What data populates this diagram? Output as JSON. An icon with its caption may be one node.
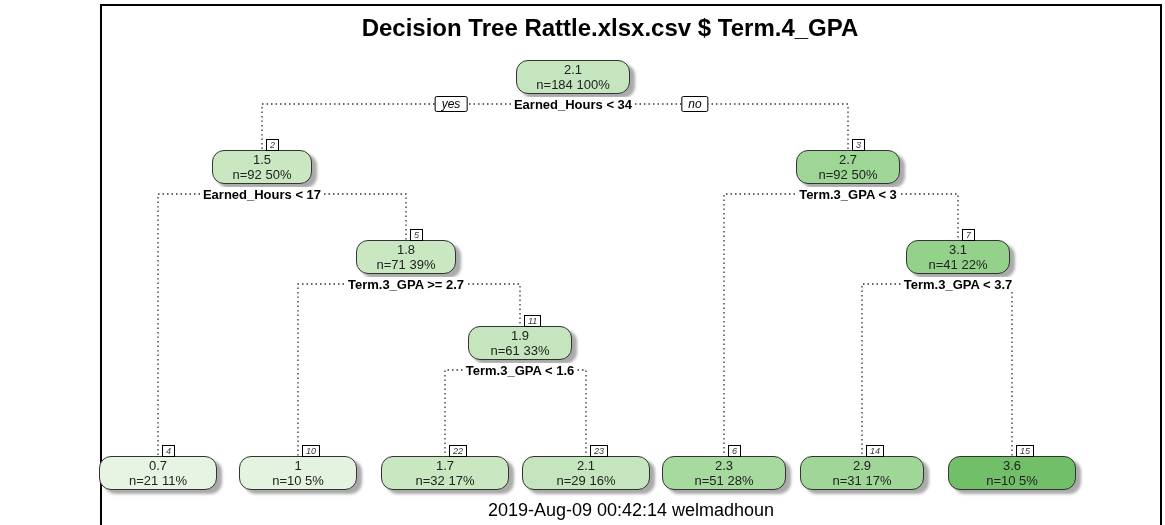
{
  "diagram": {
    "title": "Decision Tree Rattle.xlsx.csv $ Term.4_GPA",
    "caption": "2019-Aug-09 00:42:14 welmadhoun",
    "nodes": [
      {
        "text": [
          "2.1",
          "n=184  100%"
        ],
        "beside": [
          "Earned_Hours < 34"
        ]
      },
      {
        "text": [
          "1.5",
          "n=92  50%"
        ],
        "beside": [
          "2",
          "Earned_Hours < 17"
        ]
      },
      {
        "text": [
          "2.7",
          "n=92  50%"
        ],
        "beside": [
          "3",
          "Term.3_GPA < 3"
        ]
      },
      {
        "text": [
          "1.8",
          "n=71  39%"
        ],
        "beside": [
          "5",
          "Term.3_GPA >= 2.7"
        ]
      },
      {
        "text": [
          "3.1",
          "n=41  22%"
        ],
        "beside": [
          "7",
          "Term.3_GPA < 3.7"
        ]
      },
      {
        "text": [
          "1.9",
          "n=61  33%"
        ],
        "beside": [
          "11",
          "Term.3_GPA < 1.6"
        ]
      },
      {
        "text": [
          "0.7",
          "n=21  11%"
        ],
        "beside": [
          "4"
        ]
      },
      {
        "text": [
          "1",
          "n=10  5%"
        ],
        "beside": [
          "10"
        ]
      },
      {
        "text": [
          "1.7",
          "n=32  17%"
        ],
        "beside": [
          "22"
        ]
      },
      {
        "text": [
          "2.1",
          "n=29  16%"
        ],
        "beside": [
          "23"
        ]
      },
      {
        "text": [
          "2.3",
          "n=51  28%"
        ],
        "beside": [
          "6"
        ]
      },
      {
        "text": [
          "2.9",
          "n=31  17%"
        ],
        "beside": [
          "14"
        ]
      },
      {
        "text": [
          "3.6",
          "n=10  5%"
        ],
        "beside": [
          "15"
        ]
      }
    ],
    "edges": [
      {
        "from": 0,
        "to": 1,
        "arrow": "none",
        "label": "yes"
      },
      {
        "from": 0,
        "to": 2,
        "arrow": "none",
        "label": "no"
      },
      {
        "from": 1,
        "to": 6,
        "arrow": "none"
      },
      {
        "from": 1,
        "to": 3,
        "arrow": "none"
      },
      {
        "from": 2,
        "to": 10,
        "arrow": "none"
      },
      {
        "from": 2,
        "to": 4,
        "arrow": "none"
      },
      {
        "from": 3,
        "to": 7,
        "arrow": "none"
      },
      {
        "from": 3,
        "to": 5,
        "arrow": "none"
      },
      {
        "from": 5,
        "to": 8,
        "arrow": "none"
      },
      {
        "from": 5,
        "to": 9,
        "arrow": "none"
      },
      {
        "from": 4,
        "to": 11,
        "arrow": "none"
      },
      {
        "from": 4,
        "to": 12,
        "arrow": "none"
      }
    ]
  }
}
